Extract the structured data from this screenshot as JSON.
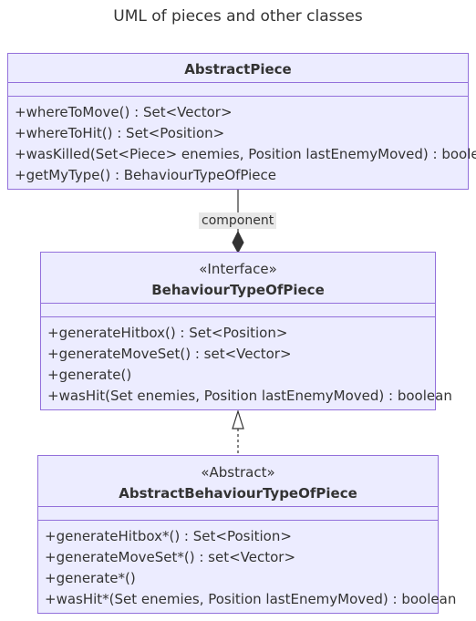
{
  "title": "UML of pieces and other classes",
  "colors": {
    "box_fill": "#ECECFF",
    "box_border": "#9370DB",
    "edge": "#333333",
    "label_bg": "#E8E8E8"
  },
  "classes": [
    {
      "name": "AbstractPiece",
      "stereotype": "",
      "members": [],
      "methods": [
        "+whereToMove() : Set<Vector>",
        "+whereToHit() : Set<Position>",
        "+wasKilled(Set<Piece> enemies, Position lastEnemyMoved) : boolean",
        "+getMyType() : BehaviourTypeOfPiece"
      ]
    },
    {
      "name": "BehaviourTypeOfPiece",
      "stereotype": "«Interface»",
      "members": [],
      "methods": [
        "+generateHitbox() : Set<Position>",
        "+generateMoveSet() : set<Vector>",
        "+generate()",
        "+wasHit(Set enemies, Position lastEnemyMoved) : boolean"
      ]
    },
    {
      "name": "AbstractBehaviourTypeOfPiece",
      "stereotype": "«Abstract»",
      "members": [],
      "methods": [
        "+generateHitbox*() : Set<Position>",
        "+generateMoveSet*() : set<Vector>",
        "+generate*()",
        "+wasHit*(Set enemies, Position lastEnemyMoved) : boolean"
      ]
    }
  ],
  "relations": [
    {
      "from": "AbstractPiece",
      "to": "BehaviourTypeOfPiece",
      "type": "composition",
      "label": "component"
    },
    {
      "from": "AbstractBehaviourTypeOfPiece",
      "to": "BehaviourTypeOfPiece",
      "type": "realization",
      "label": ""
    }
  ]
}
